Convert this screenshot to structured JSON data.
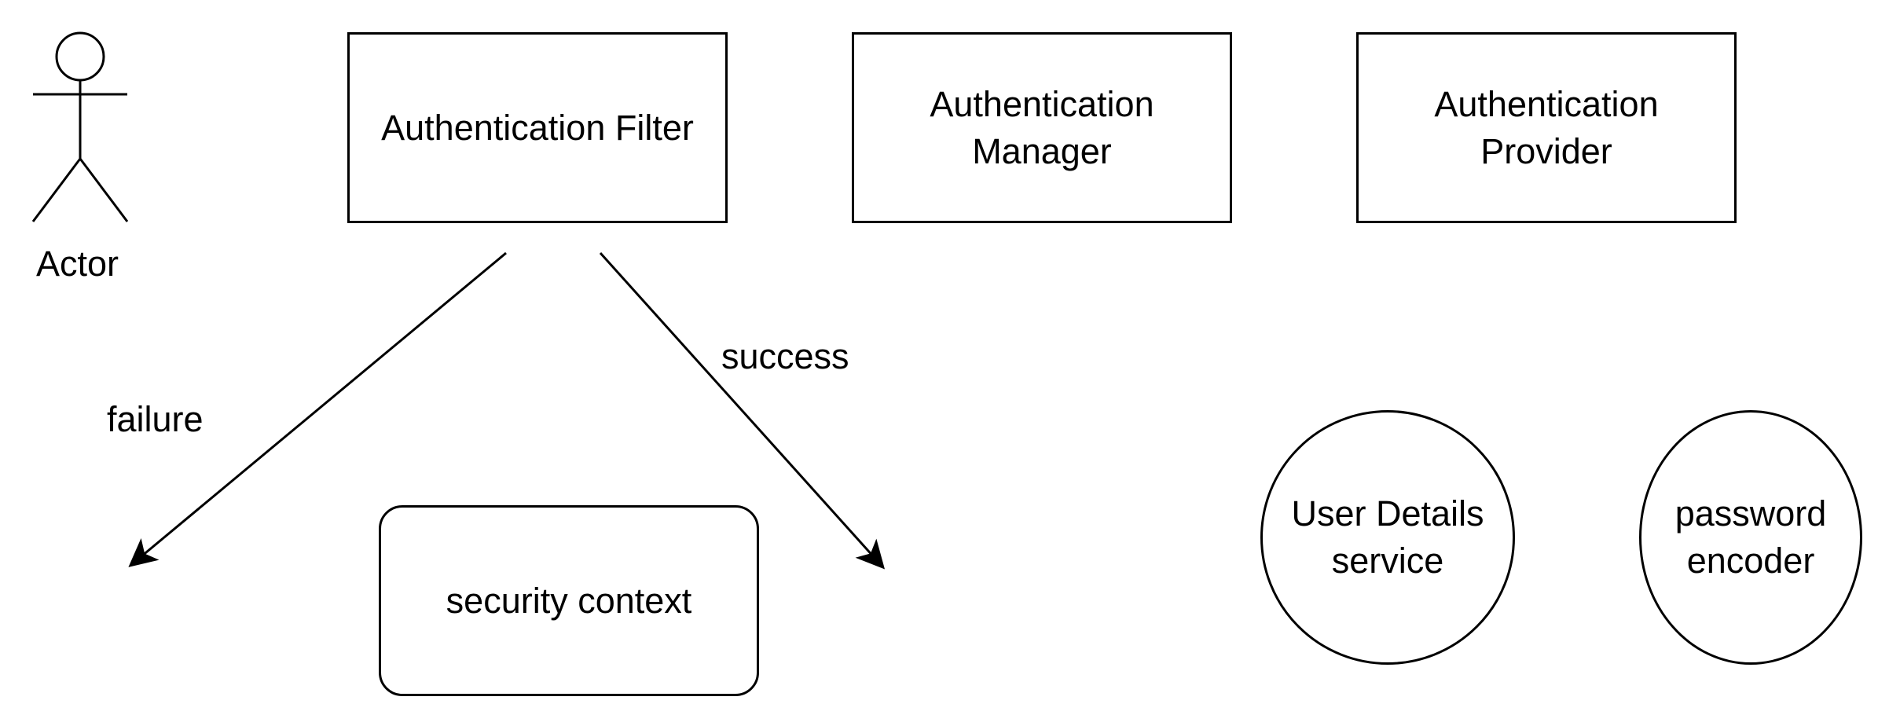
{
  "actor": {
    "label": "Actor"
  },
  "nodes": {
    "authentication_filter": "Authentication Filter",
    "authentication_manager": "Authentication\nManager",
    "authentication_provider": "Authentication\nProvider",
    "security_context": "security context",
    "user_details_service": "User Details\nservice",
    "password_encoder": "password\nencoder"
  },
  "edges": {
    "failure": "failure",
    "success": "success"
  }
}
